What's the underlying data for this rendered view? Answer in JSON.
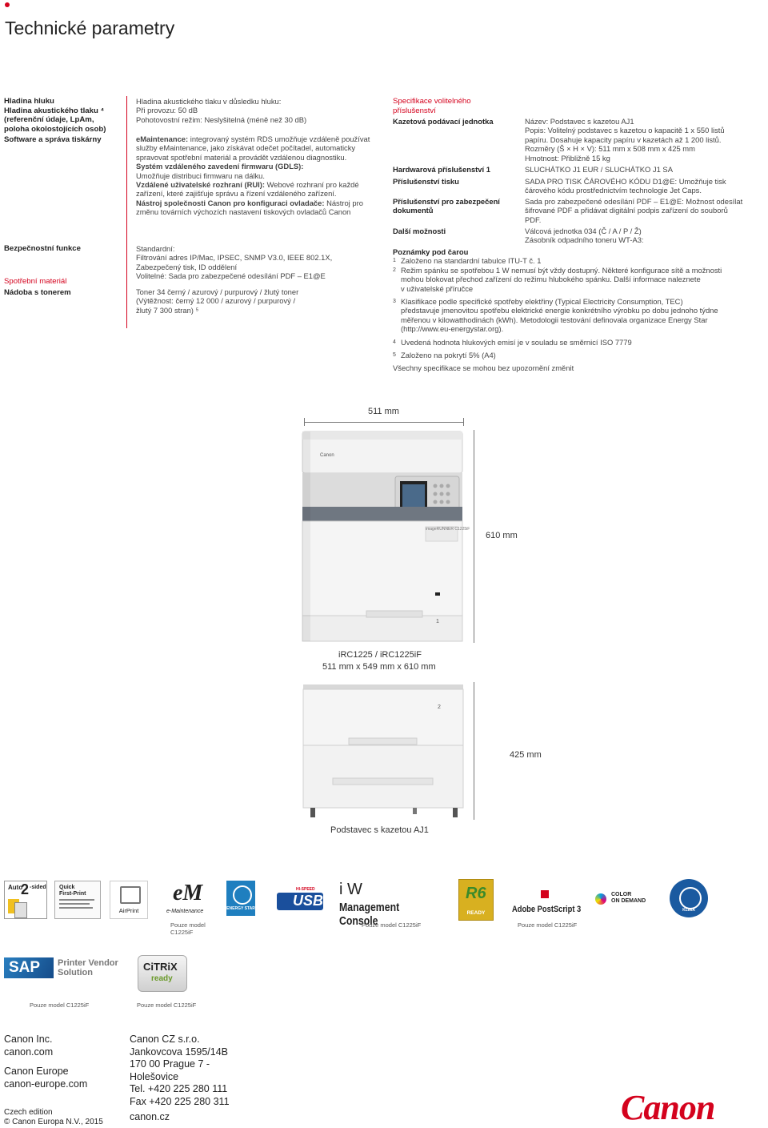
{
  "title": "Technické parametry",
  "left_labels": {
    "noise": [
      "Hladina hluku",
      "Hladina akustického tlaku ⁴",
      "(referenční údaje, LpAm,",
      "poloha okolostojících osob)"
    ],
    "software": "Software a správa tiskárny",
    "security": "Bezpečnostní funkce",
    "consumables": "Spotřební materiál",
    "toner_container": "Nádoba s tonerem"
  },
  "noise_text": [
    "Hladina akustického tlaku v důsledku hluku:",
    "Při provozu: 50 dB",
    "Pohotovostní režim: Neslyšitelná (méně než 30 dB)"
  ],
  "software_text": {
    "emaint_head": "eMaintenance:",
    "emaint_body": " integrovaný systém RDS umožňuje vzdáleně používat služby eMaintenance, jako získávat odečet počítadel, automaticky spravovat spotřební materiál a provádět vzdálenou diagnostiku.",
    "gdls_head": "Systém vzdáleného zavedení firmwaru (GDLS):",
    "gdls_body": "Umožňuje distribuci firmwaru na dálku.",
    "rui_head": "Vzdálené uživatelské rozhraní (RUI):",
    "rui_body": " Webové rozhraní pro každé zařízení, které zajišťuje správu a řízení vzdáleného zařízení.",
    "tool_head": "Nástroj společnosti Canon pro konfiguraci ovladače:",
    "tool_body": " Nástroj pro změnu továrních výchozích nastavení tiskových ovladačů Canon"
  },
  "security_text": [
    "Standardní:",
    "Filtrování adres IP/Mac, IPSEC, SNMP V3.0, IEEE 802.1X,",
    "Zabezpečený tisk, ID oddělení",
    "Volitelné: Sada pro zabezpečené odesílání PDF – E1@E"
  ],
  "toner_text": [
    "Toner 34 černý / azurový / purpurový / žlutý toner",
    "(Výtěžnost: černý 12 000 / azurový / purpurový /",
    "žlutý 7 300 stran) ⁵"
  ],
  "accessories": {
    "heading": [
      "Specifikace volitelného",
      "příslušenství"
    ],
    "rows": [
      {
        "label": [
          "Kazetová podávací jednotka"
        ],
        "value": [
          "Název: Podstavec s kazetou AJ1",
          "Popis: Volitelný podstavec s kazetou o kapacitě 1 x 550 listů",
          "papíru. Dosahuje kapacity papíru v kazetách až 1 200 listů.",
          "Rozměry (Š × H × V): 511 mm x 508 mm x 425 mm",
          "Hmotnost: Přibližně 15 kg"
        ]
      },
      {
        "label": [
          "Hardwarová příslušenství 1"
        ],
        "value": [
          "SLUCHÁTKO J1 EUR / SLUCHÁTKO J1 SA"
        ]
      },
      {
        "label": [
          "Příslušenství tisku"
        ],
        "value": [
          "SADA PRO TISK ČÁROVÉHO KÓDU D1@E: Umožňuje tisk",
          "čárového kódu prostřednictvím technologie Jet Caps."
        ]
      },
      {
        "label": [
          "Příslušenství pro zabezpečení",
          "dokumentů"
        ],
        "value": [
          "Sada pro zabezpečené odesílání PDF – E1@E: Možnost odesílat",
          "šifrované PDF a přidávat digitální podpis zařízení do souborů",
          "PDF."
        ]
      },
      {
        "label": [
          "Další možnosti"
        ],
        "value": [
          "Válcová jednotka 034 (Č / A / P / Ž)",
          "Zásobník odpadního toneru WT-A3:"
        ]
      }
    ]
  },
  "notes": {
    "heading": "Poznámky pod čarou",
    "items": [
      {
        "num": "1",
        "lines": [
          "Založeno na standardní tabulce ITU-T č. 1"
        ]
      },
      {
        "num": "2",
        "lines": [
          "Režim spánku se spotřebou 1 W nemusí být vždy dostupný. Některé konfigurace sítě a možnosti",
          "mohou blokovat přechod zařízení do režimu hlubokého spánku. Další informace naleznete",
          "v uživatelské příručce"
        ]
      },
      {
        "num": "3",
        "lines": [
          "Klasifikace podle specifické spotřeby elektřiny (Typical Electricity Consumption, TEC)",
          "představuje jmenovitou spotřebu elektrické energie konkrétního výrobku po dobu jednoho týdne",
          "měřenou v kilowatthodinách (kWh). Metodologii testování definovala organizace Energy Star",
          "(http://www.eu-energystar.org)."
        ]
      },
      {
        "num": "4",
        "lines": [
          "Uvedená hodnota hlukových emisí je v souladu se směrnicí ISO 7779"
        ]
      },
      {
        "num": "5",
        "lines": [
          "Založeno na pokrytí 5% (A4)"
        ]
      }
    ],
    "disclaimer": "Všechny specifikace se mohou bez upozornění změnit"
  },
  "diagram": {
    "width": "511 mm",
    "height": "610 mm",
    "model": "iRC1225 / iRC1225iF",
    "dims": "511 mm x 549 mm x 610 mm",
    "stand_height": "425 mm",
    "stand_name": "Podstavec s kazetou AJ1",
    "printer_brand": "Canon",
    "tray1": "1",
    "tray2": "2",
    "panel_label": "imageRUNNER C1225iF"
  },
  "logos": {
    "auto2": [
      "Auto",
      "2",
      "-sided"
    ],
    "quick": [
      "Quick",
      "First-Print"
    ],
    "airprint": "AirPrint",
    "emaint": "e-Maintenance",
    "energystar": "ENERGY STAR",
    "usb": [
      "HI-SPEED",
      "USB"
    ],
    "iw": "i W",
    "mgmt": "Management Console",
    "r6": "READY",
    "postscript": "Adobe PostScript 3",
    "cod": [
      "COLOR",
      "ON DEMAND"
    ],
    "angel": "KLIMA",
    "sap": "SAP",
    "sap_pvs": [
      "Printer Vendor",
      "Solution"
    ],
    "citrix": [
      "CiTRiX",
      "ready"
    ],
    "only_model_1": [
      "Pouze model",
      "C1225iF"
    ],
    "only_model_2": "Pouze model C1225iF",
    "only_model_3": "Pouze model C1225iF",
    "only_model_4": "Pouze model C1225iF",
    "only_model_5": "Pouze model C1225iF"
  },
  "footer": {
    "inc": [
      "Canon Inc.",
      "canon.com"
    ],
    "europe": [
      "Canon Europe",
      "canon-europe.com"
    ],
    "edition": [
      "Czech edition",
      "© Canon Europa N.V., 2015"
    ],
    "cz": [
      "Canon CZ s.r.o.",
      "Jankovcova 1595/14B",
      "170 00 Prague 7 -",
      "Holešovice",
      "Tel. +420 225 280 111",
      "Fax +420 225 280 311"
    ],
    "cz_web": "canon.cz",
    "logo": "Canon"
  },
  "colors": {
    "accent": "#d4021d"
  }
}
